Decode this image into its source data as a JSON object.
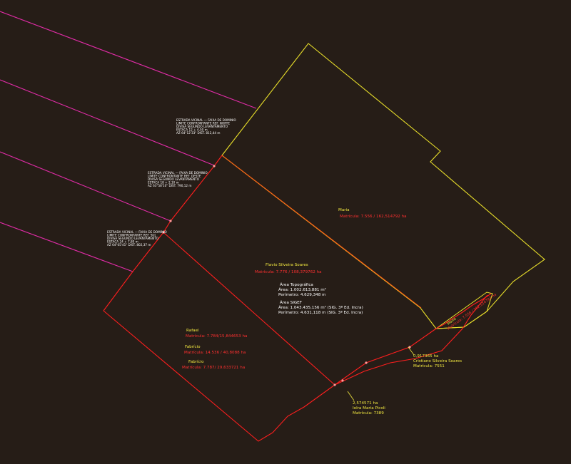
{
  "colors": {
    "background": "#261d17",
    "yellow_boundary": "#e8de2a",
    "red_boundary": "#ff1e1e",
    "orange_boundary": "#ff5a14",
    "magenta_lines": "#e22ca8",
    "label_yellow": "#f2e840",
    "label_red": "#ff3030",
    "label_white": "#ffffff"
  },
  "labels": {
    "maria": {
      "name": "Maria",
      "matricula": "Matrícula: 7.556 / 162,514792 ha"
    },
    "flavio": {
      "name": "Flavio Silveira Soares",
      "matricula": "Matrícula: 7.776 / 108,379762 ha"
    },
    "area_topo": {
      "title": "Área Topográfica",
      "area": "Área:     1.002.613,881 m²",
      "perimetro": "Perímetro:   4.629,348 m"
    },
    "area_sigef": {
      "title": "Área SIGEF",
      "area": "Área:   1.043.435,156 m²  (SIG. 3ª Ed. Incra)",
      "perimetro": "Perímetro:   4.631,118 m  (SIG. 3ª Ed. Incra)"
    },
    "rafael": {
      "name": "Rafael",
      "matricula": "Matrícula: 7.784/15,844653 ha"
    },
    "fabricio1": {
      "name": "Fabrício",
      "matricula": "Matrícula: 14.536 / 40,8088 ha"
    },
    "fabricio2": {
      "name": "Fabrício",
      "matricula": "Matrícula: 7.787/ 29,633721 ha"
    },
    "picoli": {
      "area": "2,574571 ha",
      "owner": "Iolra Maria Picoli",
      "matricula": "Matrícula: 7389"
    },
    "cristiano": {
      "area": "0,917365 ha",
      "owner": "Cristiano Silveira Soares",
      "matricula": "Matrícula: 7551"
    },
    "strip_yellow": "Maria",
    "strip_red": "Matrícula: 7.556 / 162,514792 ha"
  },
  "notes": {
    "note1": [
      "ESTRADA VICINAL — FAIXA DE DOMINIO",
      "LIMITE CONFRONTANTE REF. NORTE",
      "DIVISA SEGUNDO LEVANTAMENTO",
      "ESTACA 12 + 4,50 m",
      "AZ 64°12'33\" DIST. 812,44 m"
    ],
    "note2": [
      "ESTRADA VICINAL — FAIXA DE DOMINIO",
      "LIMITE CONFRONTANTE REF. OESTE",
      "DIVISA SEGUNDO LEVANTAMENTO",
      "ESTACA 18 + 2,10 m",
      "AZ 63°58'10\" DIST. 790,12 m"
    ],
    "note3": [
      "ESTRADA VICINAL — FAIXA DE DOMINIO",
      "LIMITE CONFRONTANTE REF. SUL",
      "DIVISA SEGUNDO LEVANTAMENTO",
      "ESTACA 24 + 7,80 m",
      "AZ 64°05'41\" DIST. 802,37 m"
    ]
  }
}
